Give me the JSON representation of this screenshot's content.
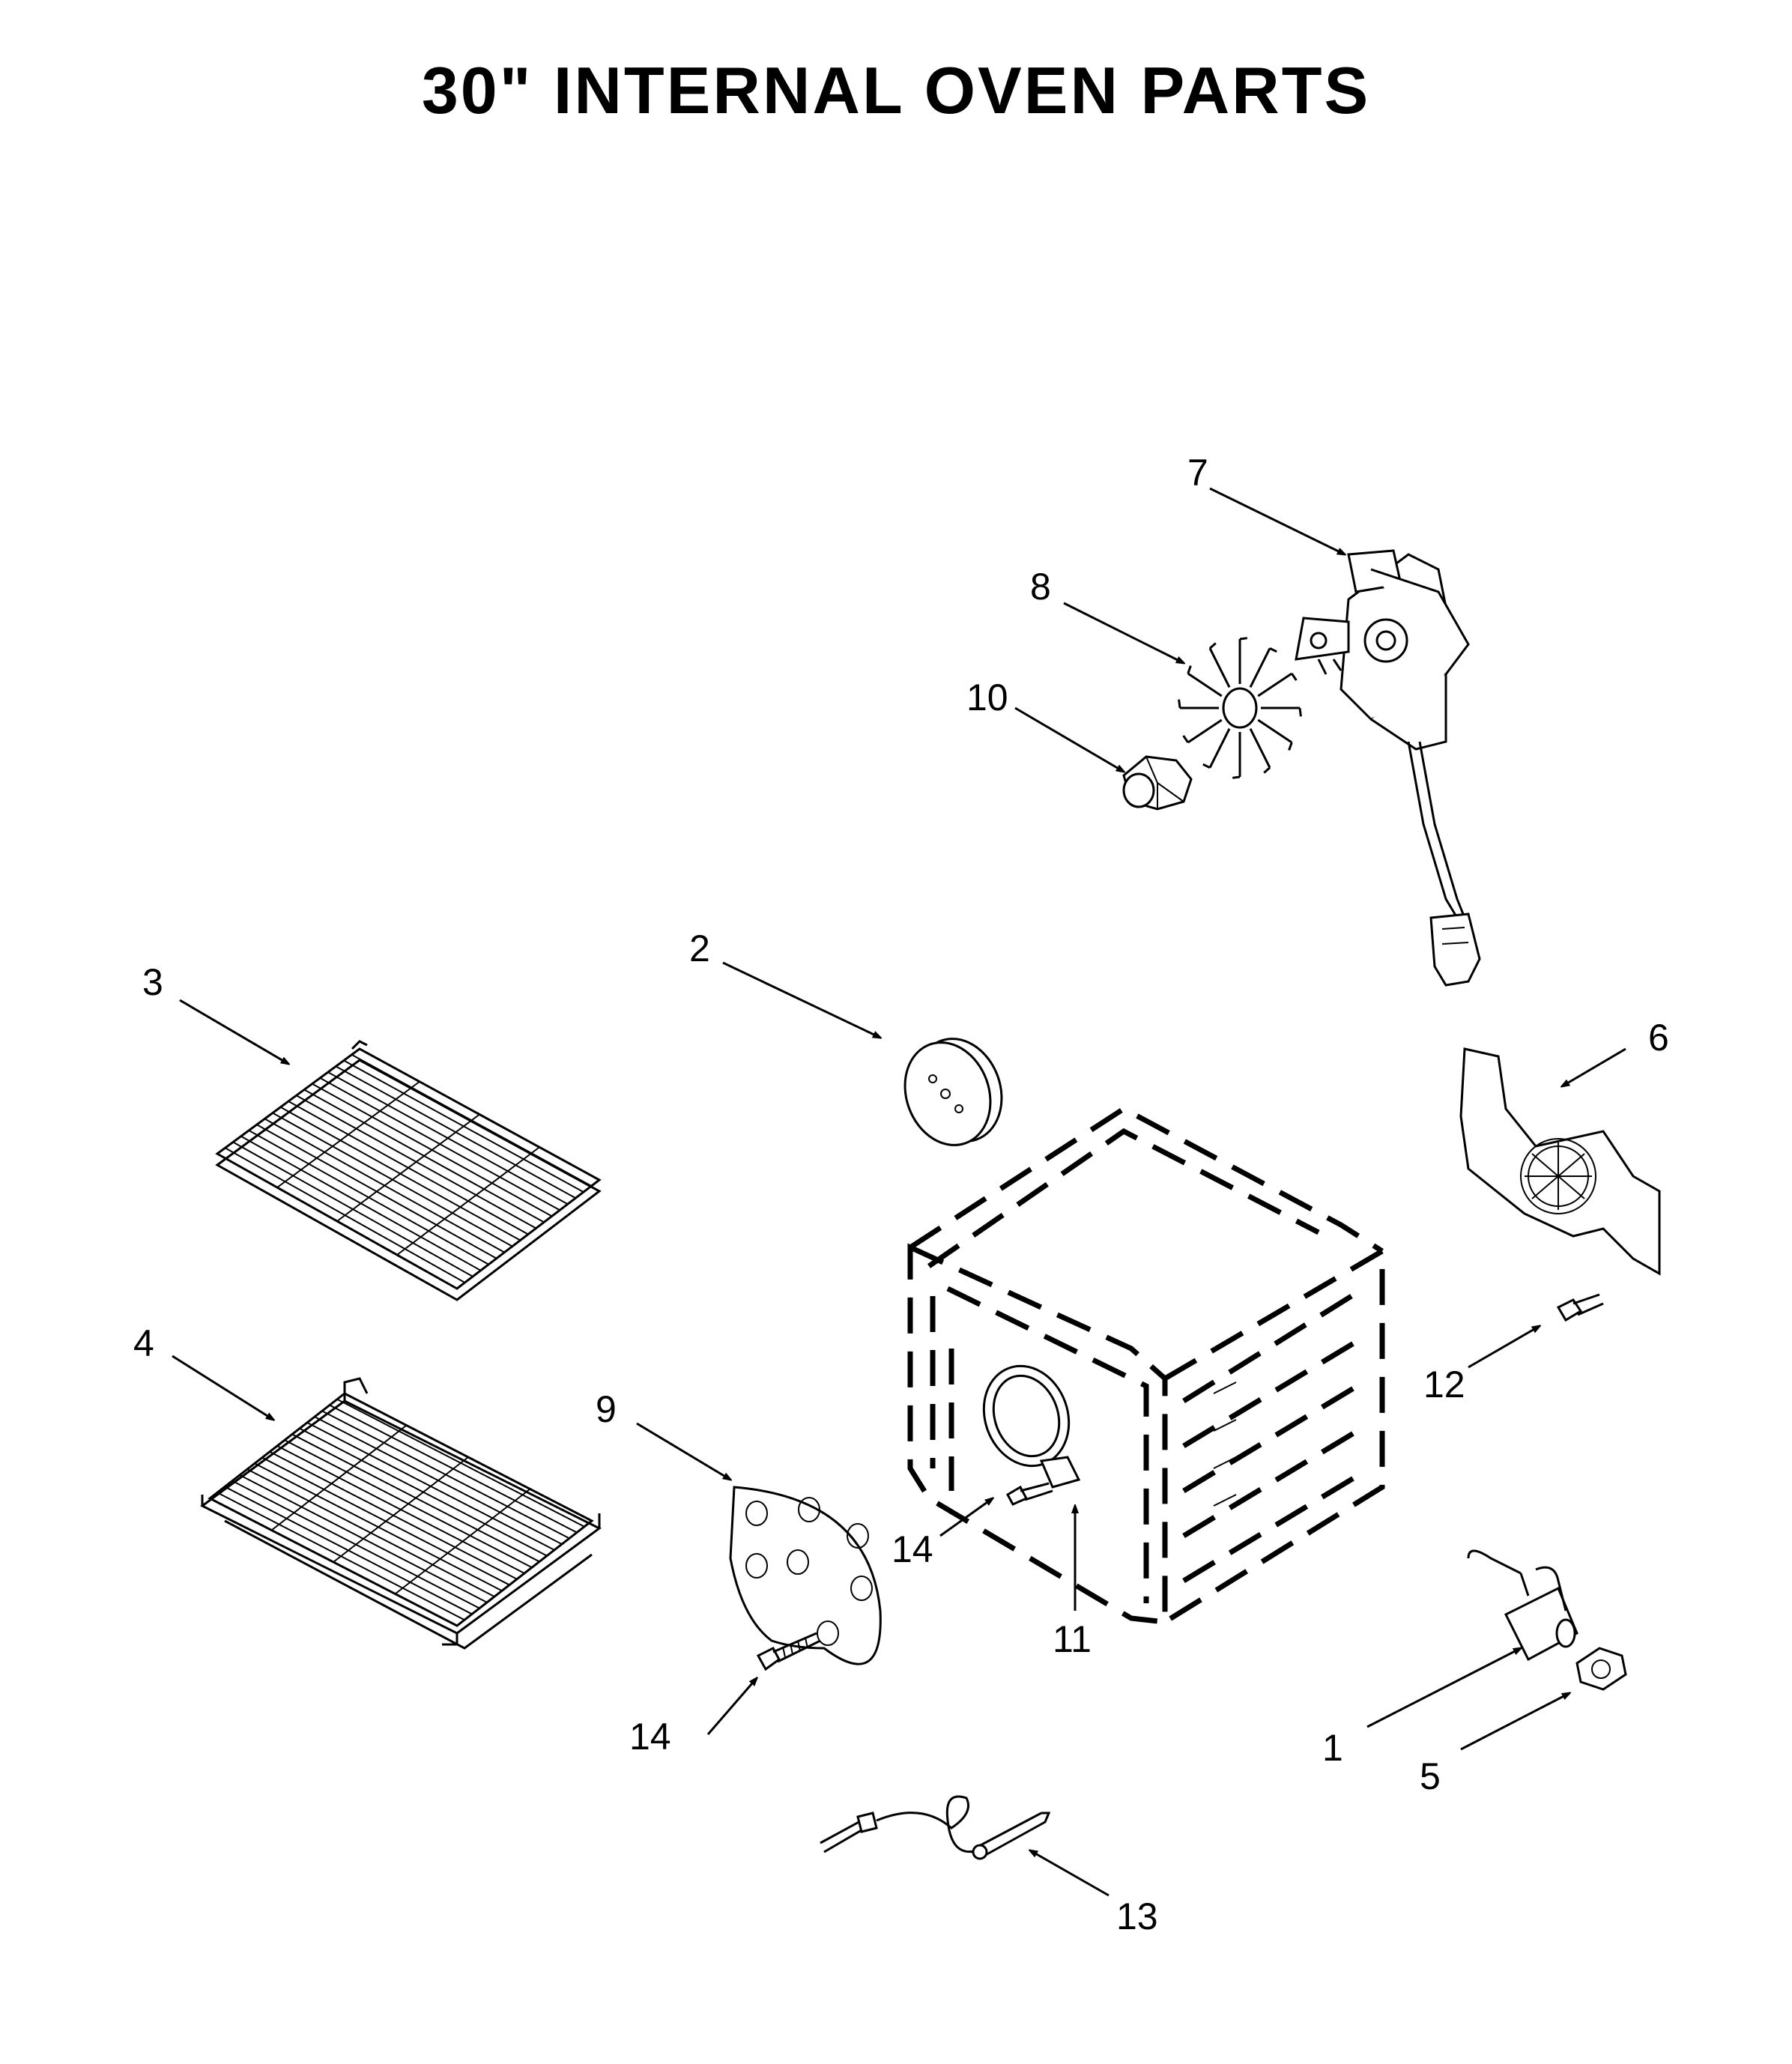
{
  "title": "30\" INTERNAL OVEN PARTS",
  "callouts": [
    {
      "id": "c1",
      "label": "1"
    },
    {
      "id": "c2",
      "label": "2"
    },
    {
      "id": "c3",
      "label": "3"
    },
    {
      "id": "c4",
      "label": "4"
    },
    {
      "id": "c5",
      "label": "5"
    },
    {
      "id": "c6",
      "label": "6"
    },
    {
      "id": "c7",
      "label": "7"
    },
    {
      "id": "c8",
      "label": "8"
    },
    {
      "id": "c9",
      "label": "9"
    },
    {
      "id": "c10",
      "label": "10"
    },
    {
      "id": "c11",
      "label": "11"
    },
    {
      "id": "c12",
      "label": "12"
    },
    {
      "id": "c13",
      "label": "13"
    },
    {
      "id": "c14a",
      "label": "14"
    },
    {
      "id": "c14b",
      "label": "14"
    }
  ]
}
